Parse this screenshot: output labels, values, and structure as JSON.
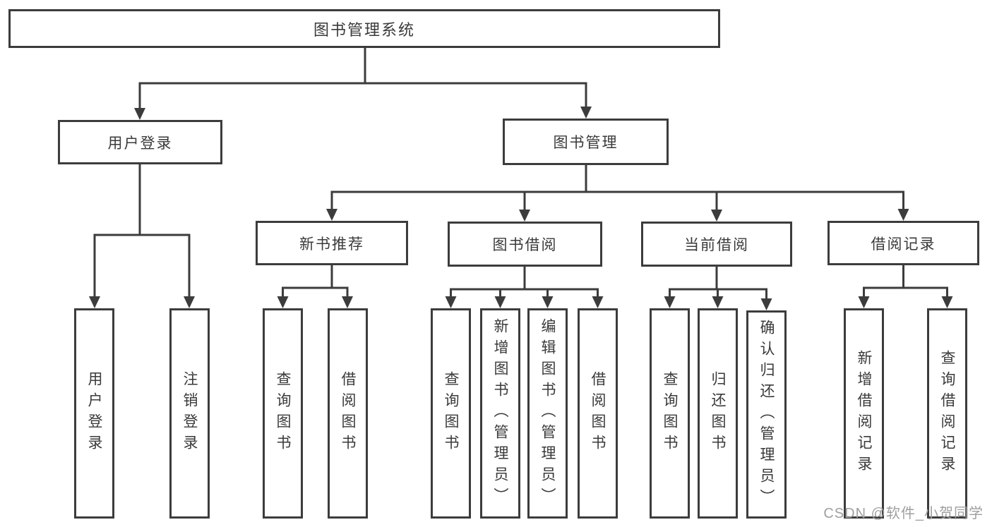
{
  "tree": {
    "label": "图书管理系统",
    "children": [
      {
        "label": "用户登录",
        "children": [
          {
            "label": "用户登录"
          },
          {
            "label": "注销登录"
          }
        ]
      },
      {
        "label": "图书管理",
        "children": [
          {
            "label": "新书推荐",
            "children": [
              {
                "label": "查询图书"
              },
              {
                "label": "借阅图书"
              }
            ]
          },
          {
            "label": "图书借阅",
            "children": [
              {
                "label": "查询图书"
              },
              {
                "label": "新增图书（管理员）"
              },
              {
                "label": "编辑图书（管理员）"
              },
              {
                "label": "借阅图书"
              }
            ]
          },
          {
            "label": "当前借阅",
            "children": [
              {
                "label": "查询图书"
              },
              {
                "label": "归还图书"
              },
              {
                "label": "确认归还（管理员）"
              }
            ]
          },
          {
            "label": "借阅记录",
            "children": [
              {
                "label": "新增借阅记录"
              },
              {
                "label": "查询借阅记录"
              }
            ]
          }
        ]
      }
    ]
  },
  "watermark": {
    "text": "CSDN @软件_小贺同学"
  },
  "colors": {
    "line": "#3c3c3c",
    "text": "#3a3a3a",
    "box_fill": "#ffffff",
    "watermark": "#9f9f9f",
    "background": "#ffffff"
  }
}
